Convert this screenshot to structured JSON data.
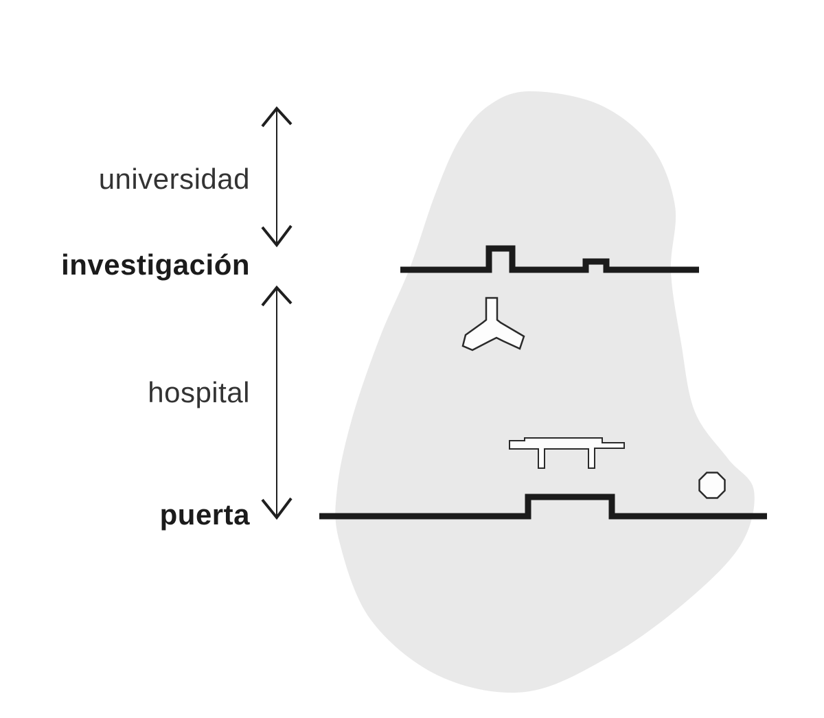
{
  "diagram": {
    "zones": [
      {
        "id": "universidad",
        "label": "universidad",
        "bold": false
      },
      {
        "id": "investigacion",
        "label": "investigación",
        "bold": true
      },
      {
        "id": "hospital",
        "label": "hospital",
        "bold": false
      },
      {
        "id": "puerta",
        "label": "puerta",
        "bold": true
      }
    ],
    "colors": {
      "background": "#ffffff",
      "blob": "#e9e9e9",
      "line": "#1b1b1b",
      "building_outline": "#2a2a2a",
      "building_fill": "#fdfdfd",
      "text": "#222222"
    },
    "shapes": [
      "site-blob",
      "investigacion-boundary-line",
      "puerta-boundary-line",
      "y-building-footprint",
      "slab-building-footprint",
      "octagon-pavilion-footprint",
      "universidad-extent-arrow",
      "hospital-extent-arrow"
    ]
  }
}
